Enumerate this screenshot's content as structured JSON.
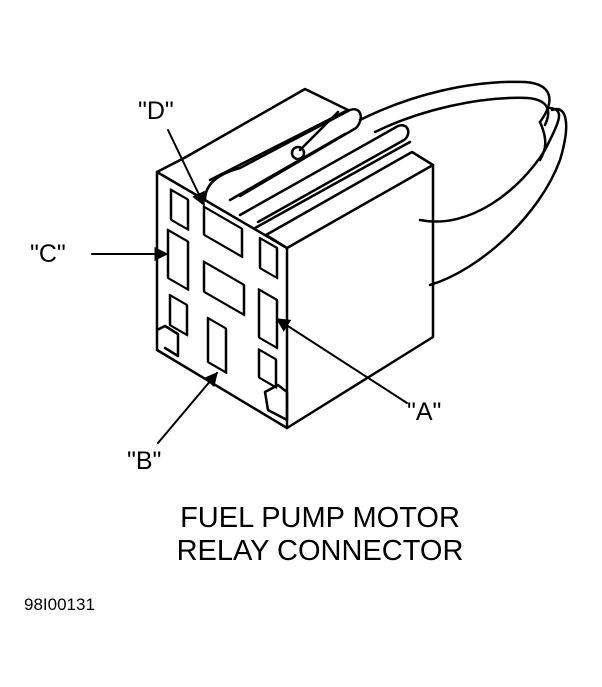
{
  "labels": {
    "a": "\"A\"",
    "b": "\"B\"",
    "c": "\"C\"",
    "d": "\"D\""
  },
  "caption": {
    "line1": "FUEL PUMP MOTOR",
    "line2": "RELAY CONNECTOR"
  },
  "figure_id": "98I00131"
}
